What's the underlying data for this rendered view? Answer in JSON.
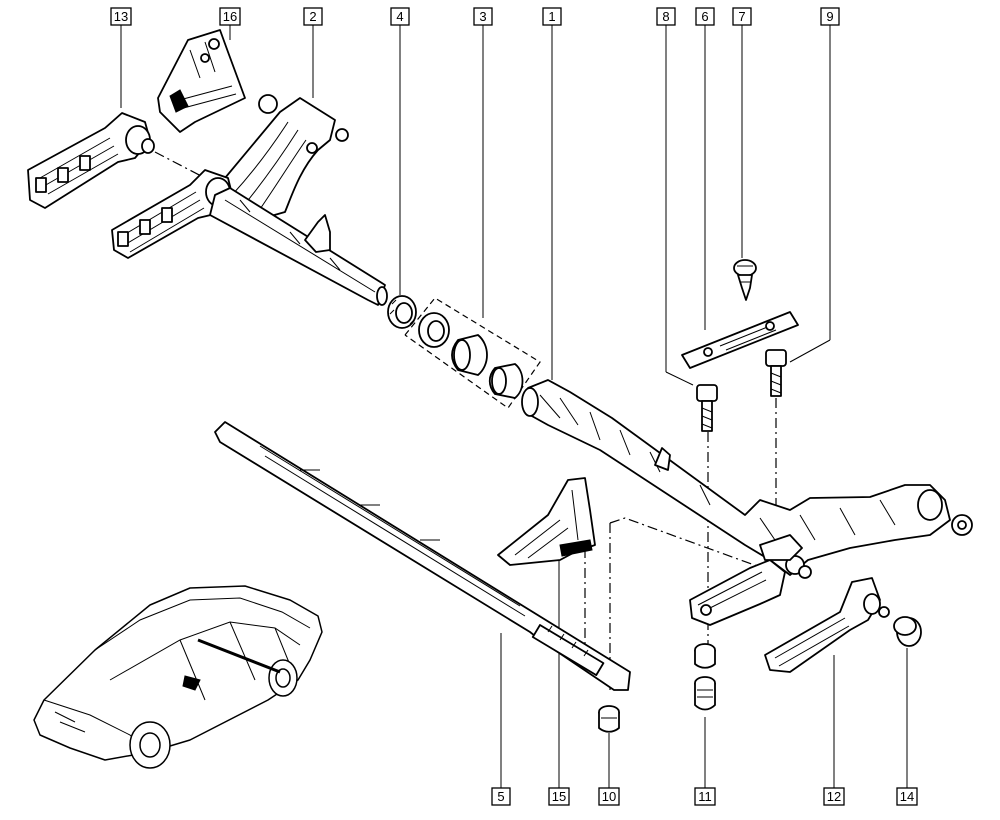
{
  "callouts": [
    {
      "id": "13",
      "label": "13"
    },
    {
      "id": "16",
      "label": "16"
    },
    {
      "id": "2",
      "label": "2"
    },
    {
      "id": "4",
      "label": "4"
    },
    {
      "id": "3",
      "label": "3"
    },
    {
      "id": "1",
      "label": "1"
    },
    {
      "id": "8",
      "label": "8"
    },
    {
      "id": "6",
      "label": "6"
    },
    {
      "id": "7",
      "label": "7"
    },
    {
      "id": "9",
      "label": "9"
    },
    {
      "id": "5",
      "label": "5"
    },
    {
      "id": "15",
      "label": "15"
    },
    {
      "id": "10",
      "label": "10"
    },
    {
      "id": "11",
      "label": "11"
    },
    {
      "id": "12",
      "label": "12"
    },
    {
      "id": "14",
      "label": "14"
    }
  ]
}
